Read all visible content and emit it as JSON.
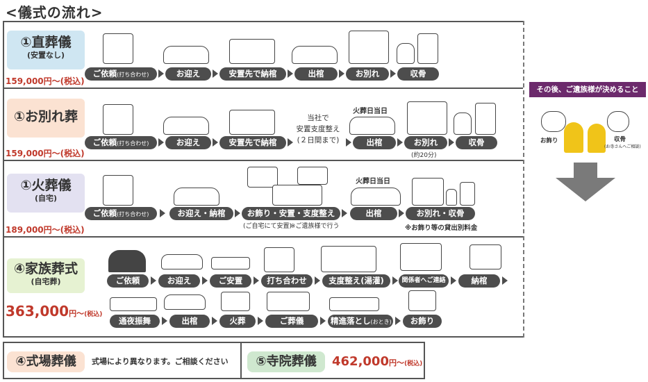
{
  "heading": "<儀式の流れ>",
  "colors": {
    "blue": "#cfe6f2",
    "peach": "#fbe2d2",
    "lavender": "#e3e1f1",
    "green": "#e6f2d2",
    "mint": "#cfe8cf",
    "step": "#4d4d4d",
    "price": "#c0392b",
    "banner": "#6c2a6c",
    "arrow": "#7a7a7a"
  },
  "plans": [
    {
      "name": "①直葬儀",
      "sub": "(安置なし)",
      "price": "159,000円〜(税込)"
    },
    {
      "name": "①お別れ葬",
      "sub": "",
      "price": "159,000円〜(税込)"
    },
    {
      "name": "①火葬儀",
      "sub": "(自宅)",
      "price": "189,000円〜(税込)"
    },
    {
      "name": "④家族葬式",
      "sub": "(自宅葬)",
      "price_main": "363,000",
      "price_unit": "円〜",
      "price_tax": "(税込)"
    }
  ],
  "row1": {
    "steps": [
      "ご依頼",
      "(打ち合わせ)",
      "お迎え",
      "安置先で納棺",
      "出棺",
      "お別れ",
      "収骨"
    ]
  },
  "row2": {
    "steps": [
      "ご依頼",
      "(打ち合わせ)",
      "お迎え",
      "安置先で納棺",
      "出棺",
      "お別れ",
      "収骨"
    ],
    "prep": [
      "当社で",
      "安置支度整え",
      "(２日間まで)"
    ],
    "label_same_day": "火葬日当日",
    "note_20": "(約20分)"
  },
  "row3": {
    "steps": [
      "ご依頼",
      "(打ち合わせ)",
      "お迎え・納棺",
      "お飾り・安置・支度整え",
      "出棺",
      "お別れ・収骨"
    ],
    "label_same_day": "火葬日当日",
    "note_home": "(ご自宅にて安置)",
    "note_family": "※ご遺族様で行う",
    "note_rental": "※お飾り等の貸出別料金"
  },
  "row4": {
    "steps_top": [
      "ご依頼",
      "お迎え",
      "ご安置",
      "打ち合わせ",
      "支度整え(湯灌)",
      "関係者へご連絡",
      "納棺"
    ],
    "steps_bottom": [
      "通夜振舞",
      "出棺",
      "火葬",
      "ご葬儀",
      "精進落とし",
      "(おとき)",
      "お飾り"
    ]
  },
  "side": {
    "banner": "その後、ご遺族様が決めること",
    "label_left": "お飾り",
    "label_right": "収骨",
    "label_right_sub": "(お寺さんへご相談)"
  },
  "bottom": {
    "left_pill": "④式場葬儀",
    "left_text": "式場により異なります。ご相談ください",
    "right_pill": "⑤寺院葬儀",
    "right_price": "462,000",
    "right_unit": "円〜",
    "right_tax": "(税込)"
  }
}
